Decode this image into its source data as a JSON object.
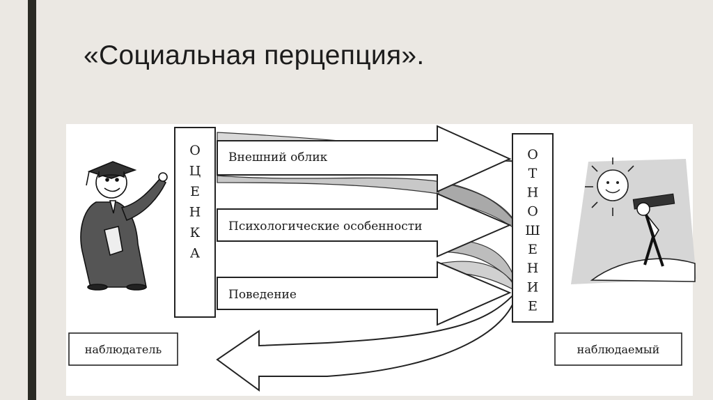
{
  "slide": {
    "title": "«Социальная перцепция»."
  },
  "diagram": {
    "left_column": "ОЦЕНКА",
    "right_column": "ОТНОШЕНИЕ",
    "arrows": [
      "Внешний облик",
      "Психологические особенности",
      "Поведение"
    ],
    "observer_label": "наблюдатель",
    "observed_label": "наблюдаемый"
  }
}
